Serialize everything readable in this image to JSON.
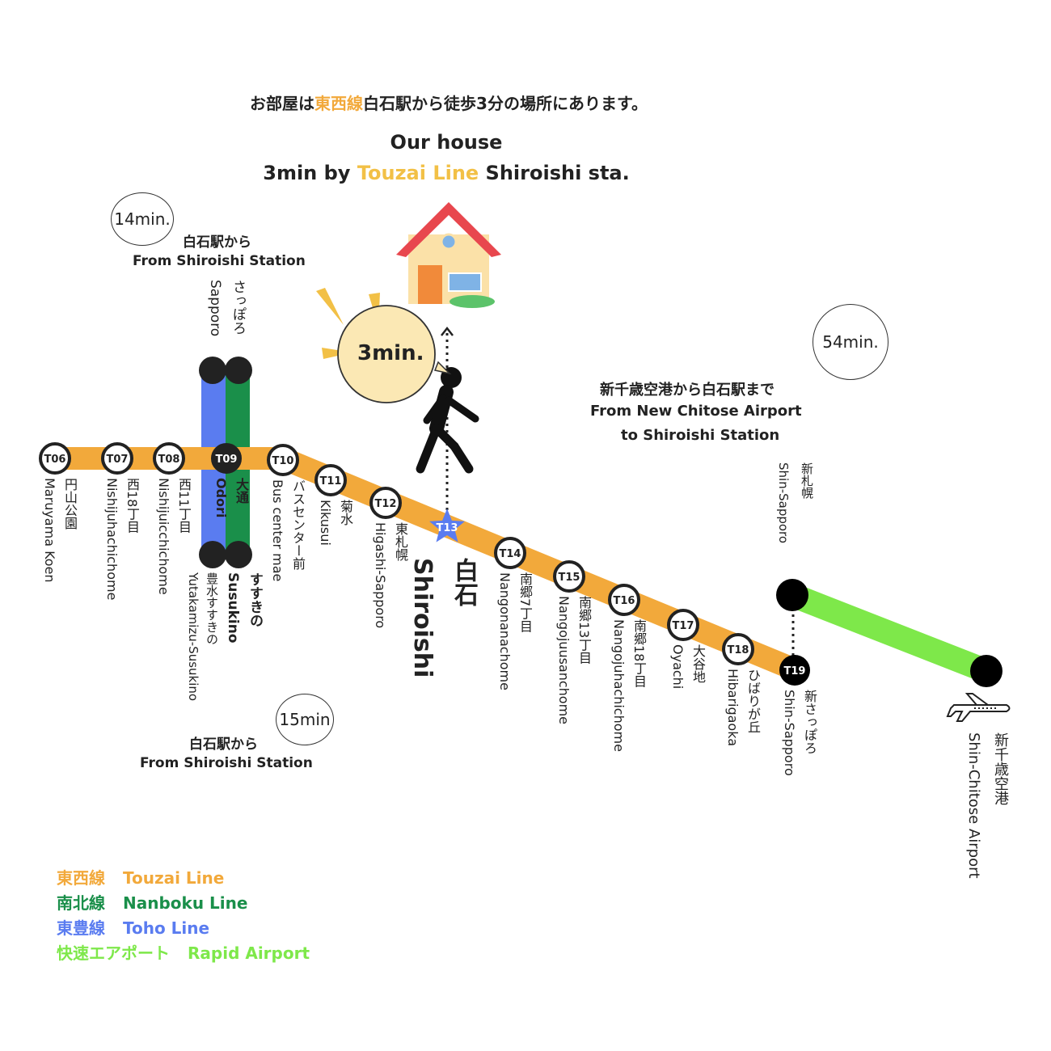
{
  "header": {
    "jp_prefix": "お部屋は",
    "jp_line": "東西線",
    "jp_suffix": "白石駅から徒歩3分の場所にあります。",
    "en_line1": "Our house",
    "en_line2_prefix": "3min by ",
    "en_line2_line": "Touzai Line",
    "en_line2_suffix": " Shiroishi sta."
  },
  "walk": {
    "label": "3min."
  },
  "colors": {
    "touzai": "#f2a93b",
    "nanboku": "#1a8f4a",
    "toho": "#5a7cf0",
    "rapid": "#7ee84a",
    "station_ring": "#222222"
  },
  "bubbles": {
    "sapporo_time": "14min.",
    "sapporo_jp": "白石駅から",
    "sapporo_en": "From Shiroishi Station",
    "susukino_time": "15min",
    "susukino_jp": "白石駅から",
    "susukino_en": "From Shiroishi Station",
    "airport_time": "54min.",
    "airport_jp": "新千歳空港から白石駅まで",
    "airport_en1": "From New Chitose Airport",
    "airport_en2": "to Shiroishi Station"
  },
  "stations": [
    {
      "code": "T06",
      "jp": "円山公園",
      "en": "Maruyama Koen"
    },
    {
      "code": "T07",
      "jp": "西18丁目",
      "en": "Nishijuhachichome"
    },
    {
      "code": "T08",
      "jp": "西11丁目",
      "en": "Nishijuicchichome"
    },
    {
      "code": "T09",
      "jp": "大通",
      "en": "Odori"
    },
    {
      "code": "T10",
      "jp": "バスセンター前",
      "en": "Bus center mae"
    },
    {
      "code": "T11",
      "jp": "菊水",
      "en": "Kikusui"
    },
    {
      "code": "T12",
      "jp": "東札幌",
      "en": "Higashi-Sapporo"
    },
    {
      "code": "T13",
      "jp": "白石",
      "en": "Shiroishi"
    },
    {
      "code": "T14",
      "jp": "南郷7丁目",
      "en": "Nangonanachome"
    },
    {
      "code": "T15",
      "jp": "南郷13丁目",
      "en": "Nangojuusanchome"
    },
    {
      "code": "T16",
      "jp": "南郷18丁目",
      "en": "Nangojuhachichome"
    },
    {
      "code": "T17",
      "jp": "大谷地",
      "en": "Oyachi"
    },
    {
      "code": "T18",
      "jp": "ひばりが丘",
      "en": "Hibarigaoka"
    },
    {
      "code": "T19",
      "jp": "新さっぽろ",
      "en": "Shin-Sapporo"
    }
  ],
  "other_stations": {
    "sapporo_jp": "さっぽろ",
    "sapporo_en": "Sapporo",
    "susukino_jp": "すすきの",
    "susukino_en": "Susukino",
    "hosui_jp": "豊水すすきの",
    "hosui_en": "Yutakamizu-Susukino",
    "shinsapporo_jr_jp": "新札幌",
    "shinsapporo_jr_en": "Shin-Sapporo",
    "airport_jp": "新千歳空港",
    "airport_en": "Shin-Chitose Airport"
  },
  "legend": [
    {
      "jp": "東西線",
      "en": "Touzai Line",
      "color": "#f2a93b"
    },
    {
      "jp": "南北線",
      "en": "Nanboku Line",
      "color": "#1a8f4a"
    },
    {
      "jp": "東豊線",
      "en": "Toho Line",
      "color": "#5a7cf0"
    },
    {
      "jp": "快速エアポート",
      "en": "Rapid Airport",
      "color": "#7ee84a"
    }
  ]
}
